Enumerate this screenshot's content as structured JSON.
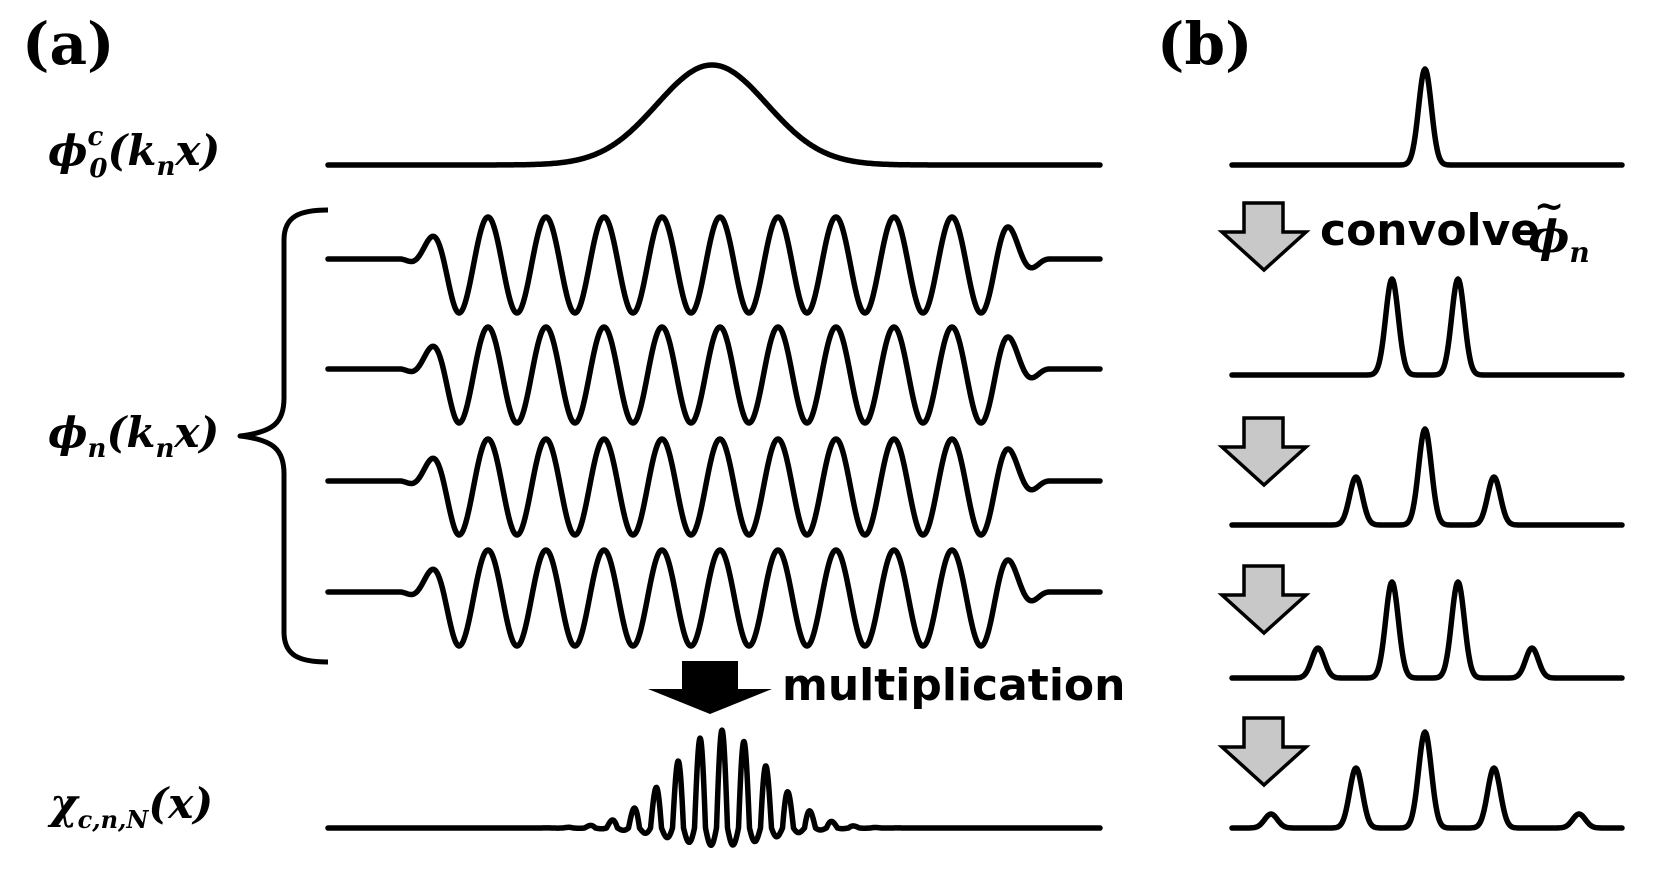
{
  "panels": {
    "a": {
      "letter": "(a)"
    },
    "b": {
      "letter": "(b)"
    }
  },
  "labels": {
    "phi0": {
      "main": "ϕ",
      "sup": "c",
      "sub": "0",
      "arg_open": "(",
      "k": "k",
      "k_sub": "n",
      "x": "x",
      "arg_close": ")"
    },
    "phin": {
      "main": "ϕ",
      "sub": "n",
      "arg_open": "(",
      "k": "k",
      "k_sub": "n",
      "x": "x",
      "arg_close": ")"
    },
    "chi": {
      "main": "χ",
      "sub": "c,n,N",
      "arg": "(x)"
    }
  },
  "annotations": {
    "multiplication": "multiplication",
    "convolve_word": "convolve",
    "convolve_symbol": "ϕ",
    "convolve_tilde": "~",
    "convolve_sub": "n"
  },
  "colors": {
    "ink": "#000000",
    "arrow_fill": "#c8c8c8"
  },
  "icons": {
    "gray_arrow": "down-arrow-icon",
    "black_arrow": "down-arrow-icon"
  }
}
